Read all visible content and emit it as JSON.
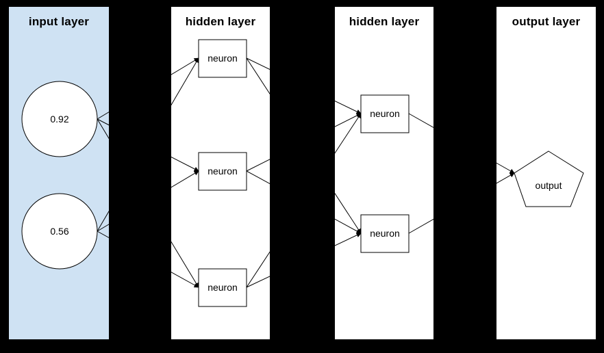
{
  "diagram": {
    "background": "#000000",
    "stroke": "#000000",
    "panels": [
      {
        "id": "input-layer",
        "title": "input layer",
        "fill": "#cfe2f3"
      },
      {
        "id": "hidden-layer-1",
        "title": "hidden layer",
        "fill": "#ffffff"
      },
      {
        "id": "hidden-layer-2",
        "title": "hidden layer",
        "fill": "#ffffff"
      },
      {
        "id": "output-layer",
        "title": "output layer",
        "fill": "#ffffff"
      }
    ],
    "nodes": {
      "input1": {
        "label": "0.92",
        "shape": "circle"
      },
      "input2": {
        "label": "0.56",
        "shape": "circle"
      },
      "h1n1": {
        "label": "neuron",
        "shape": "rectangle"
      },
      "h1n2": {
        "label": "neuron",
        "shape": "rectangle"
      },
      "h1n3": {
        "label": "neuron",
        "shape": "rectangle"
      },
      "h2n1": {
        "label": "neuron",
        "shape": "rectangle"
      },
      "h2n2": {
        "label": "neuron",
        "shape": "rectangle"
      },
      "out1": {
        "label": "output",
        "shape": "pentagon"
      }
    },
    "edges": [
      {
        "from": "input1",
        "to": "h1n1"
      },
      {
        "from": "input1",
        "to": "h1n2"
      },
      {
        "from": "input1",
        "to": "h1n3"
      },
      {
        "from": "input2",
        "to": "h1n1"
      },
      {
        "from": "input2",
        "to": "h1n2"
      },
      {
        "from": "input2",
        "to": "h1n3"
      },
      {
        "from": "h1n1",
        "to": "h2n1"
      },
      {
        "from": "h1n1",
        "to": "h2n2"
      },
      {
        "from": "h1n2",
        "to": "h2n1"
      },
      {
        "from": "h1n2",
        "to": "h2n2"
      },
      {
        "from": "h1n3",
        "to": "h2n1"
      },
      {
        "from": "h1n3",
        "to": "h2n2"
      },
      {
        "from": "h2n1",
        "to": "out1"
      },
      {
        "from": "h2n2",
        "to": "out1"
      }
    ]
  }
}
